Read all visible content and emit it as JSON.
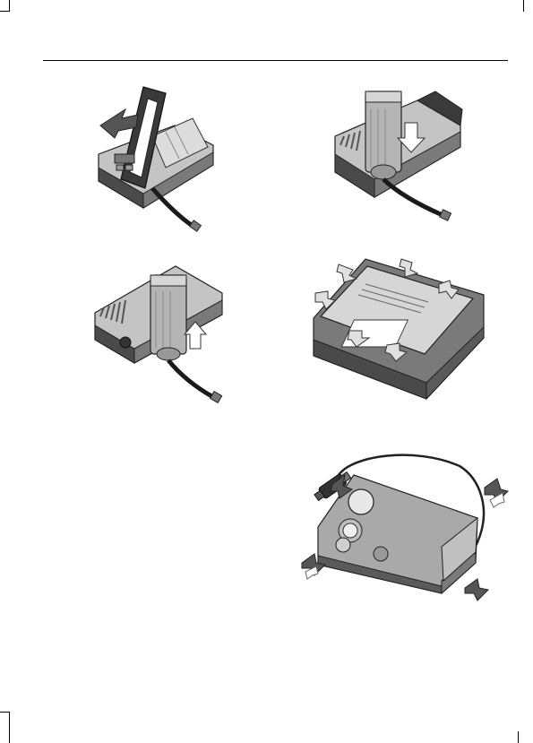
{
  "page": {
    "background": "#ffffff",
    "rule_color": "#000000"
  },
  "illustrations": [
    {
      "id": "figure-1",
      "icon": "compressor-cover-lift-illustration"
    },
    {
      "id": "figure-2",
      "icon": "sealant-bottle-insert-illustration"
    },
    {
      "id": "figure-3",
      "icon": "sealant-bottle-seat-illustration"
    },
    {
      "id": "figure-4",
      "icon": "compressor-cover-close-illustration"
    },
    {
      "id": "figure-5",
      "icon": "compressor-hose-and-plug-illustration"
    }
  ],
  "colors": {
    "housing_dark": "#4a4a4a",
    "housing_mid": "#7a7a7a",
    "housing_light": "#c4c4c4",
    "bottle": "#b5b5b5",
    "cover": "#a9a9a9",
    "hose": "#1a1a1a",
    "arrow": "#555555"
  }
}
